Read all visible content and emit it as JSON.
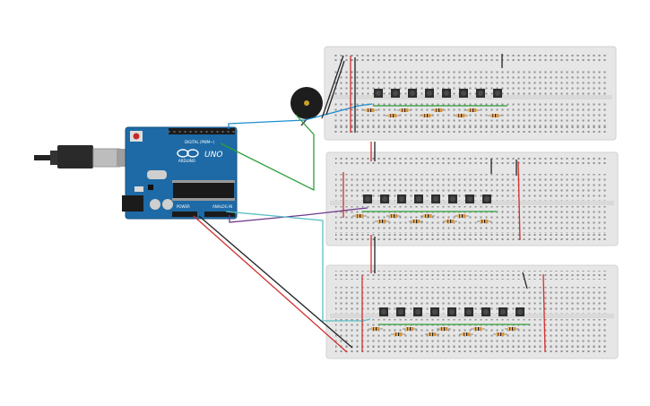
{
  "arduino": {
    "brand": "ARDUINO",
    "model": "UNO",
    "digital_label": "DIGITAL (PWM~)",
    "power_label": "POWER",
    "analog_label": "ANALOG IN"
  },
  "colors": {
    "breadboard": "#e6e6e6",
    "board_blue": "#1e6aa6",
    "wire_red": "#d32f2f",
    "wire_black": "#222222",
    "wire_green": "#2e9e3a",
    "wire_blue": "#1f8fd0",
    "wire_purple": "#6d3a8c",
    "wire_cyan": "#5bbfc4"
  },
  "icons": [
    "usb-cable-icon",
    "buzzer-icon",
    "pushbutton-icon",
    "resistor-icon"
  ],
  "breadboards": [
    {
      "name": "breadboard-1",
      "buttons": 8
    },
    {
      "name": "breadboard-2",
      "buttons": 8
    },
    {
      "name": "breadboard-3",
      "buttons": 9
    }
  ]
}
